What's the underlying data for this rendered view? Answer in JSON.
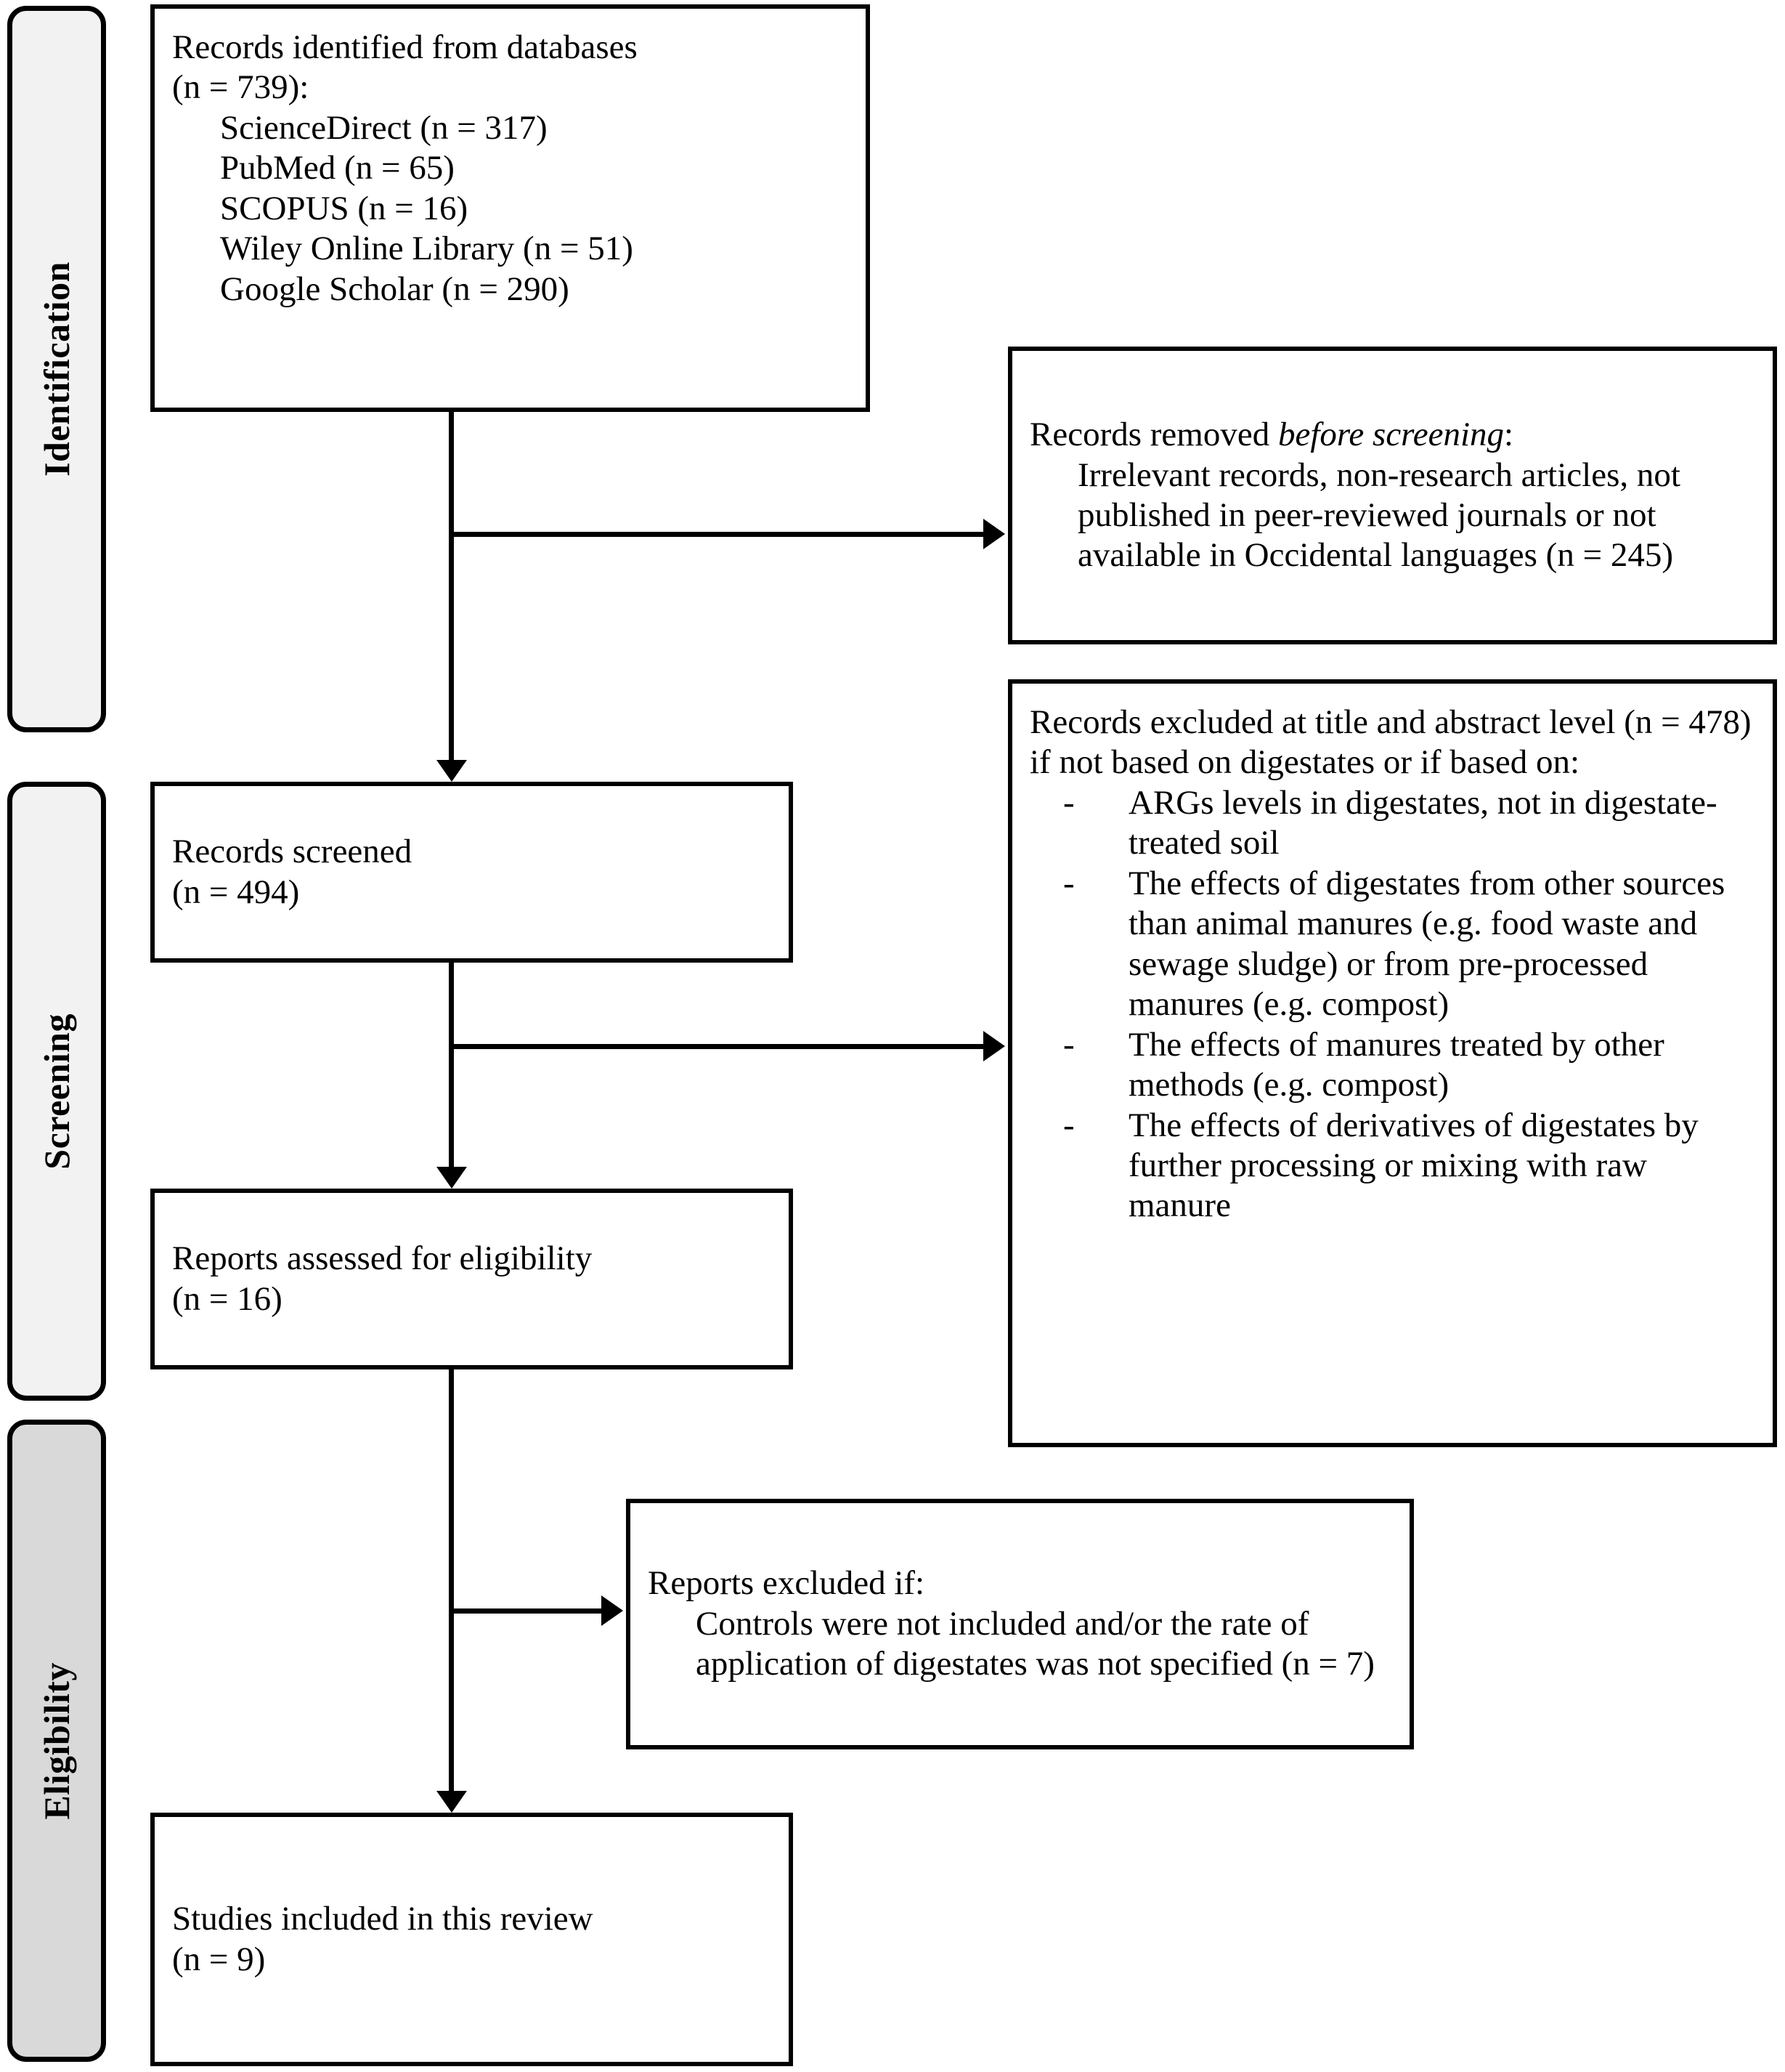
{
  "diagram": {
    "type": "prisma-flow-diagram",
    "stages": [
      {
        "id": "identification",
        "label": "Identification",
        "fill": "#f2f2f2"
      },
      {
        "id": "screening",
        "label": "Screening",
        "fill": "#f2f2f2"
      },
      {
        "id": "eligibility",
        "label": "Eligibility",
        "fill": "#d9d9d9"
      }
    ],
    "boxes": {
      "identified": {
        "title": "Records identified from databases",
        "count_line": "(n = 739):",
        "sources": [
          "ScienceDirect (n = 317)",
          "PubMed (n = 65)",
          "SCOPUS (n = 16)",
          "Wiley Online Library (n = 51)",
          "Google Scholar (n = 290)"
        ]
      },
      "removed_before_screening": {
        "heading_prefix": "Records removed ",
        "heading_italic": "before screening",
        "heading_suffix": ":",
        "body": "Irrelevant records, non-research articles, not published in peer-reviewed journals or not available in Occidental languages (n = 245)"
      },
      "records_screened": {
        "title": "Records screened",
        "count": "(n = 494)"
      },
      "excluded_title_abstract": {
        "intro": "Records excluded at title and abstract level (n = 478) if not based on digestates or if based on:",
        "bullet_marker": "-",
        "bullets": [
          "ARGs levels in digestates, not in digestate-treated soil",
          "The effects of digestates from other sources than animal manures (e.g. food waste and sewage sludge) or from pre-processed manures (e.g. compost)",
          "The effects of manures treated by other methods (e.g. compost)",
          "The effects of derivatives of digestates by further processing or mixing with raw manure"
        ]
      },
      "reports_assessed": {
        "title": "Reports assessed for eligibility",
        "count": "(n = 16)"
      },
      "reports_excluded": {
        "heading": "Reports excluded if:",
        "body": "Controls were not included and/or the rate of application of digestates was not specified (n = 7)"
      },
      "studies_included": {
        "title": "Studies included in this review",
        "count": "(n = 9)"
      }
    },
    "colors": {
      "line": "#000000",
      "box_fill": "#ffffff",
      "stage_fill_light": "#f2f2f2",
      "stage_fill_dark": "#d9d9d9"
    }
  }
}
